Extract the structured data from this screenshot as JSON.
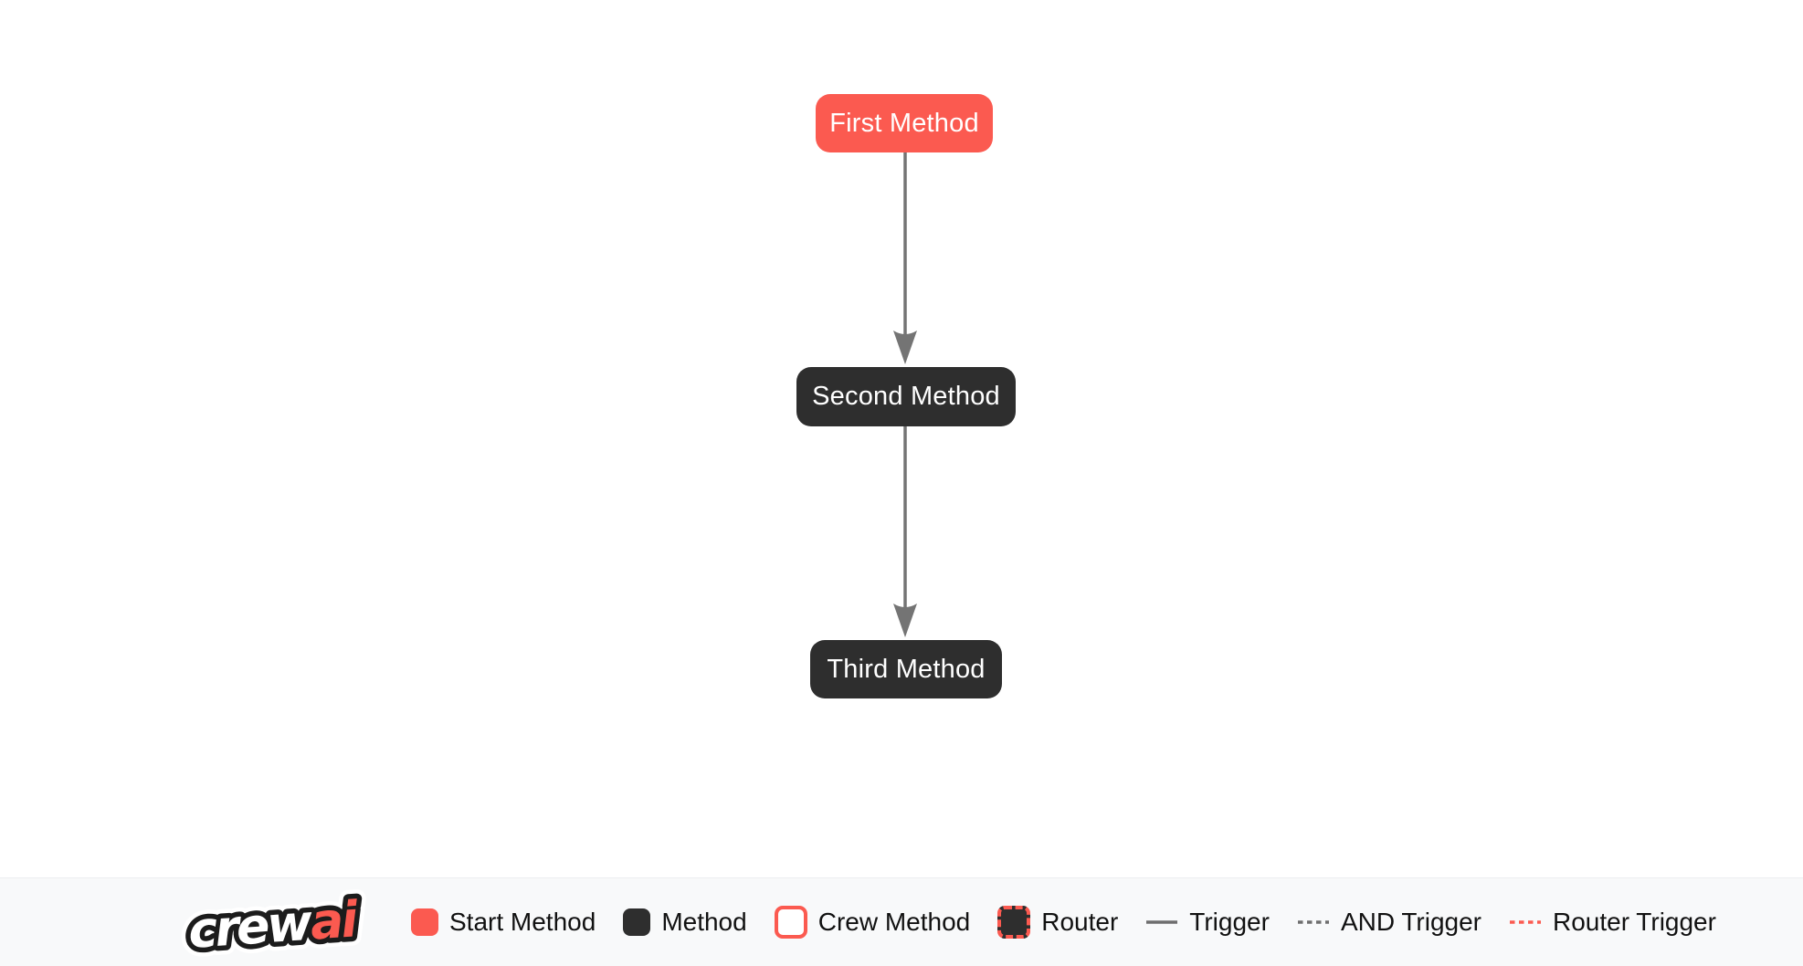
{
  "flow": {
    "nodes": [
      {
        "label": "First Method",
        "type": "start-method"
      },
      {
        "label": "Second Method",
        "type": "method"
      },
      {
        "label": "Third Method",
        "type": "method"
      }
    ],
    "edges": [
      {
        "from": "First Method",
        "to": "Second Method",
        "type": "trigger"
      },
      {
        "from": "Second Method",
        "to": "Third Method",
        "type": "trigger"
      }
    ]
  },
  "legend": {
    "logo": {
      "word_white": "crew",
      "word_red": "ai"
    },
    "items": [
      {
        "label": "Start Method",
        "swatch": "start-method-swatch"
      },
      {
        "label": "Method",
        "swatch": "method-swatch"
      },
      {
        "label": "Crew Method",
        "swatch": "crew-method-swatch"
      },
      {
        "label": "Router",
        "swatch": "router-swatch"
      },
      {
        "label": "Trigger",
        "swatch": "trigger-line"
      },
      {
        "label": "AND Trigger",
        "swatch": "and-trigger-dashed-line"
      },
      {
        "label": "Router Trigger",
        "swatch": "router-trigger-dashed-line"
      }
    ]
  },
  "colors": {
    "start_method": "#FB5A50",
    "method": "#2E2E2E",
    "edge": "#747474",
    "legend_background": "#F8F9FA",
    "canvas_background": "#FFFFFF",
    "text_dark": "#111111",
    "text_light": "#FFFFFF"
  }
}
